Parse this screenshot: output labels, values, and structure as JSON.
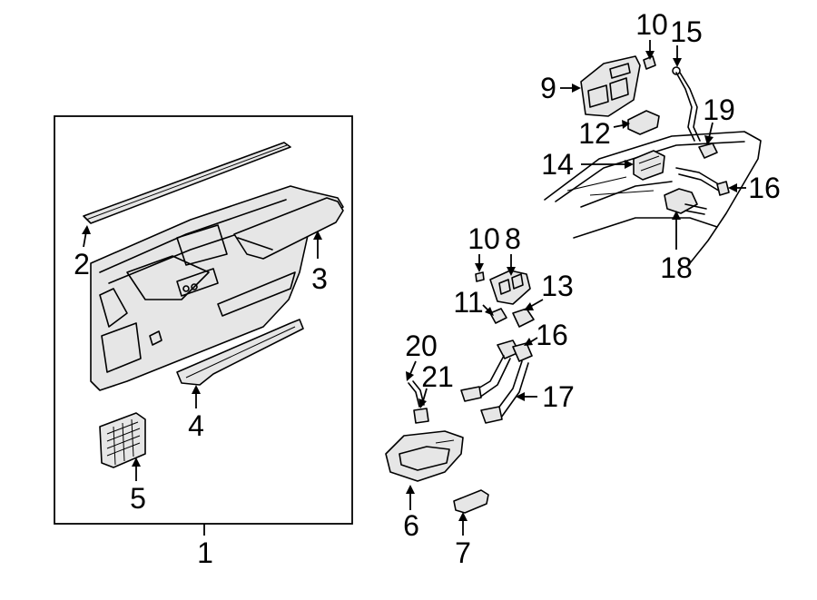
{
  "callouts": {
    "c1": "1",
    "c2": "2",
    "c3": "3",
    "c4": "4",
    "c5": "5",
    "c6": "6",
    "c7": "7",
    "c8": "8",
    "c9": "9",
    "c10a": "10",
    "c10b": "10",
    "c11": "11",
    "c12": "12",
    "c13": "13",
    "c14": "14",
    "c15": "15",
    "c16a": "16",
    "c16b": "16",
    "c17": "17",
    "c18": "18",
    "c19": "19",
    "c20": "20",
    "c21": "21"
  }
}
